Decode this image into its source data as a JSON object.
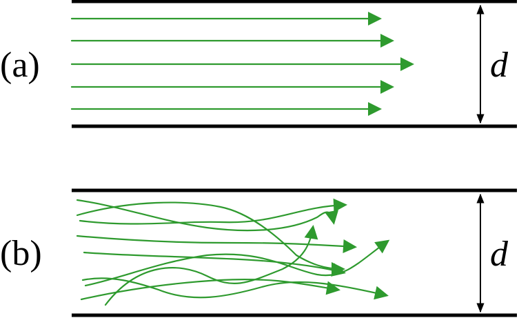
{
  "colors": {
    "flow": "#2e9a2e",
    "walls": "#000000"
  },
  "panels": [
    {
      "label": "(a)",
      "dimension_label": "d",
      "flow_lines": 5,
      "flow_type": "straight parallel"
    },
    {
      "label": "(b)",
      "dimension_label": "d",
      "flow_lines": 8,
      "flow_type": "wavy crossing"
    }
  ]
}
